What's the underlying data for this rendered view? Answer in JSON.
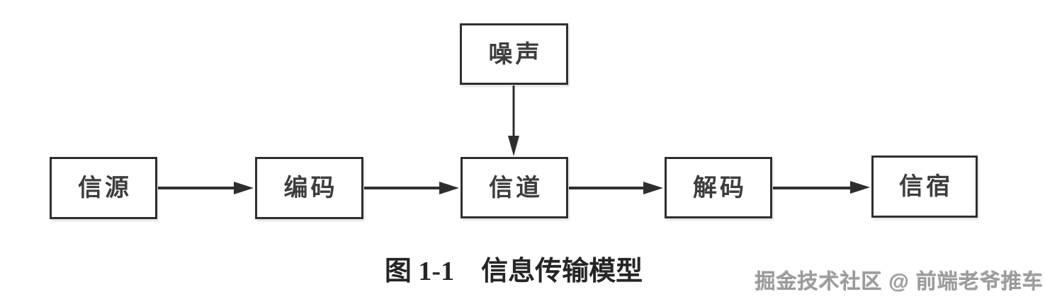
{
  "figure": {
    "caption": "图 1-1　信息传输模型",
    "watermark": "掘金技术社区 @ 前端老爷推车"
  },
  "diagram": {
    "type": "flowchart",
    "title": "信息传输模型",
    "nodes": [
      {
        "id": "source",
        "label": "信源"
      },
      {
        "id": "encoder",
        "label": "编码"
      },
      {
        "id": "channel",
        "label": "信道"
      },
      {
        "id": "decoder",
        "label": "解码"
      },
      {
        "id": "destination",
        "label": "信宿"
      },
      {
        "id": "noise",
        "label": "噪声"
      }
    ],
    "edges": [
      {
        "from": "信源",
        "to": "编码",
        "direction": "right"
      },
      {
        "from": "编码",
        "to": "信道",
        "direction": "right"
      },
      {
        "from": "信道",
        "to": "解码",
        "direction": "right"
      },
      {
        "from": "解码",
        "to": "信宿",
        "direction": "right"
      },
      {
        "from": "噪声",
        "to": "信道",
        "direction": "down"
      }
    ],
    "colors": {
      "line": "#2e2e2e",
      "box_border": "#2f2f2f",
      "box_background": "#ffffff",
      "label_text": "#3d3d3d",
      "caption_text": "#252525",
      "watermark_text": "#9b9b9b",
      "background": "#ffffff"
    }
  }
}
